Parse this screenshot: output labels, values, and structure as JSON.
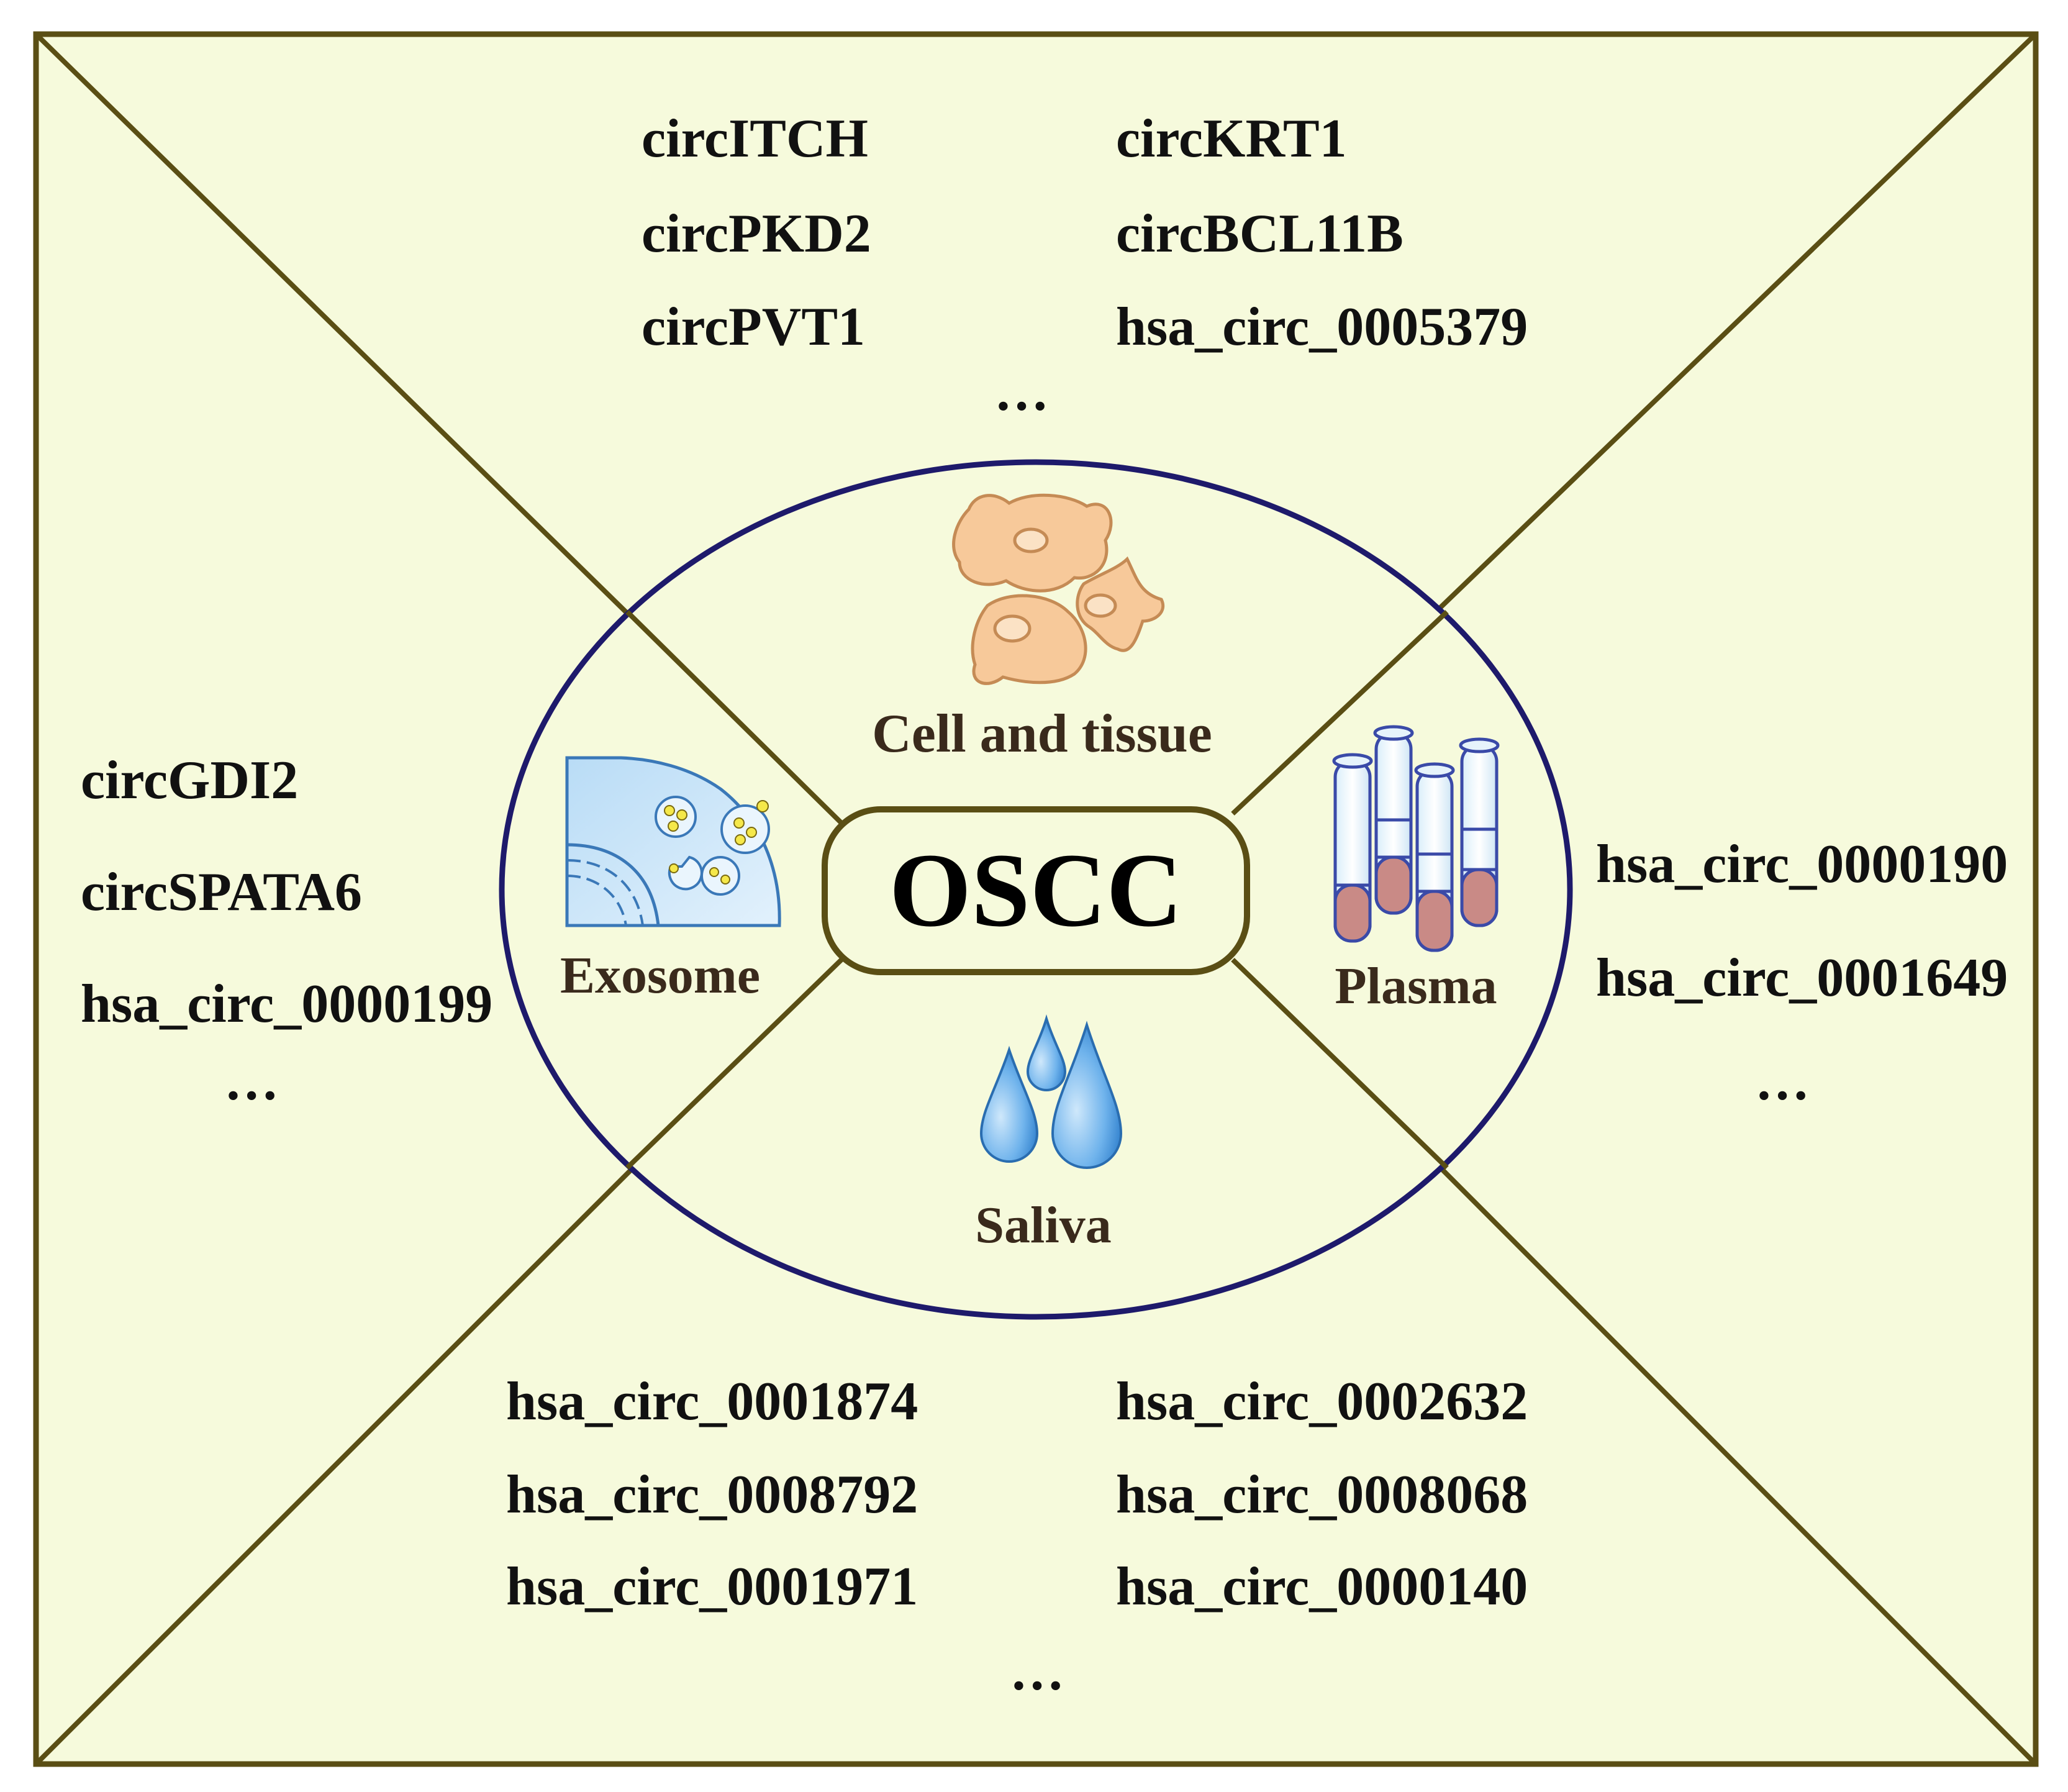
{
  "center": {
    "label": "OSCC"
  },
  "sources": {
    "cell_tissue": "Cell and tissue",
    "exosome": "Exosome",
    "plasma": "Plasma",
    "saliva": "Saliva"
  },
  "top_left": [
    "circITCH",
    "circPKD2",
    "circPVT1"
  ],
  "top_right": [
    "circKRT1",
    "circBCL11B",
    "hsa_circ_0005379"
  ],
  "top_more": "…",
  "left": [
    "circGDI2",
    "circSPATA6",
    "hsa_circ_0000199"
  ],
  "left_more": "…",
  "right": [
    "hsa_circ_0000190",
    "hsa_circ_0001649"
  ],
  "right_more": "…",
  "bottom_left": [
    "hsa_circ_0001874",
    "hsa_circ_0008792",
    "hsa_circ_0001971"
  ],
  "bottom_right": [
    "hsa_circ_0002632",
    "hsa_circ_0008068",
    "hsa_circ_0000140"
  ],
  "bottom_more": "…",
  "colors": {
    "background": "#f6fadc",
    "frame": "#5a4e14",
    "ellipse": "#1e1a6b",
    "cell_fill": "#f7c99a",
    "water": "#5ea8e8",
    "tube_liquid": "#c98a86"
  }
}
